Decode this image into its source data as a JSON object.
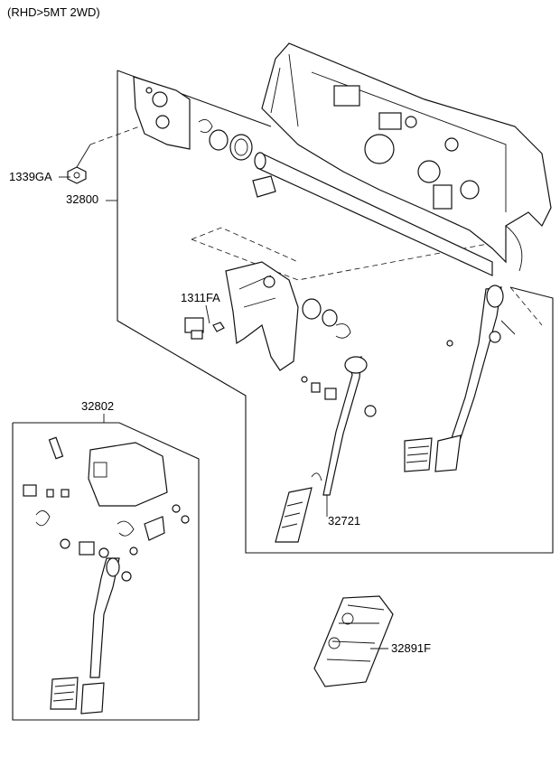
{
  "header": {
    "variant": "(RHD>5MT 2WD)"
  },
  "callouts": {
    "c1339GA": "1339GA",
    "c32800": "32800",
    "c1311FA": "1311FA",
    "c32802": "32802",
    "c32721": "32721",
    "c32891F": "32891F"
  },
  "colors": {
    "line": "#111111",
    "background": "#ffffff"
  }
}
